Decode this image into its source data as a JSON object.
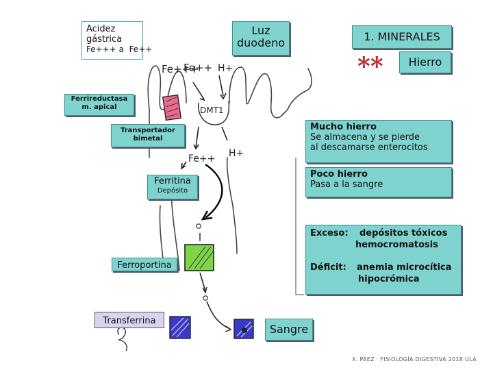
{
  "acidez": {
    "lines": [
      "Acidez",
      "gástrica",
      "Fe+++ a  Fe++"
    ]
  },
  "luz": {
    "lines": [
      "Luz",
      "duodeno"
    ]
  },
  "title": "1. MINERALES",
  "stars": "**",
  "hierro": "Hierro",
  "ferrireductasa": {
    "lines": [
      "Ferrireductasa",
      "m. apical"
    ]
  },
  "transportador": {
    "lines": [
      "Transportador",
      "bimetal"
    ]
  },
  "ferritina": {
    "label": "Ferritina",
    "sub": "Depósito"
  },
  "ferroportina": "Ferroportina",
  "transferrina": "Transferrina",
  "sangre": "Sangre",
  "mucho_hierro": {
    "title": "Mucho hierro",
    "lines": [
      "Se almacena y se pierde",
      "al descamarse enterocitos"
    ]
  },
  "poco_hierro": {
    "title": "Poco hierro",
    "line": "Pasa a la sangre"
  },
  "exceso": {
    "label": "Exceso:",
    "lines": [
      "depósitos tóxicos",
      "hemocromatosis"
    ]
  },
  "deficit": {
    "label": "Déficit:",
    "lines": [
      "anemia microcítica",
      "hipocrómica"
    ]
  },
  "sketch_labels": {
    "fe3": "Fe+++",
    "fe2": "Fe++",
    "h1": "H+",
    "dmt": "DMT1",
    "h2": "H+",
    "fe_inside": "Fe++"
  },
  "footer": "X. PÁEZ   FISIOLOGÍA DIGESTIVA 2018 ULA",
  "colors": {
    "teal": "#7fd3ce",
    "lavender": "#d8d4ef",
    "pink_box": "#e96a8e",
    "green_box": "#7fd44a",
    "blue_box": "#3a39c9",
    "star_red": "#c0282d"
  }
}
